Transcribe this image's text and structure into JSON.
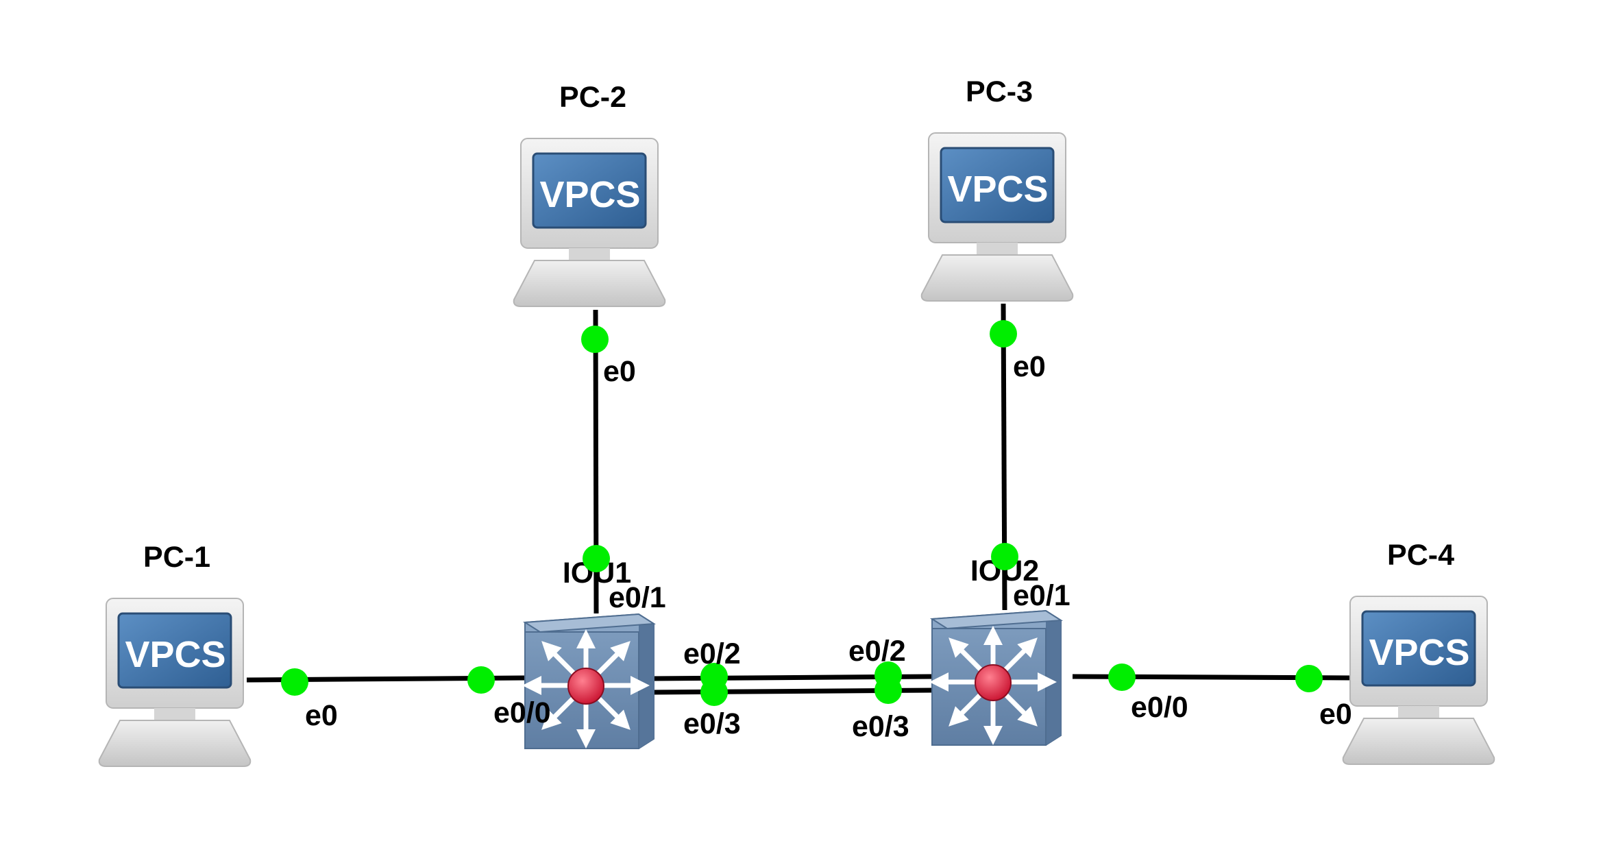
{
  "diagram": {
    "nodes": [
      {
        "id": "pc1",
        "label": "PC-1",
        "type": "vpcs",
        "screen_text": "VPCS"
      },
      {
        "id": "pc2",
        "label": "PC-2",
        "type": "vpcs",
        "screen_text": "VPCS"
      },
      {
        "id": "pc3",
        "label": "PC-3",
        "type": "vpcs",
        "screen_text": "VPCS"
      },
      {
        "id": "pc4",
        "label": "PC-4",
        "type": "vpcs",
        "screen_text": "VPCS"
      },
      {
        "id": "iou1",
        "label": "IOU1",
        "type": "switch"
      },
      {
        "id": "iou2",
        "label": "IOU2",
        "type": "switch"
      }
    ],
    "links": [
      {
        "from": "pc1",
        "from_port": "e0",
        "to": "iou1",
        "to_port": "e0/0"
      },
      {
        "from": "pc2",
        "from_port": "e0",
        "to": "iou1",
        "to_port": "e0/1"
      },
      {
        "from": "iou1",
        "from_port": "e0/2",
        "to": "iou2",
        "to_port": "e0/2"
      },
      {
        "from": "iou1",
        "from_port": "e0/3",
        "to": "iou2",
        "to_port": "e0/3"
      },
      {
        "from": "pc3",
        "from_port": "e0",
        "to": "iou2",
        "to_port": "e0/1"
      },
      {
        "from": "iou2",
        "from_port": "e0/0",
        "to": "pc4",
        "to_port": "e0"
      }
    ],
    "colors": {
      "link": "#000000",
      "port_indicator": "#00ee00",
      "vpcs_screen": "#3d6fa3",
      "switch_body": "#6f8eb0",
      "switch_center": "#e0304a"
    }
  }
}
